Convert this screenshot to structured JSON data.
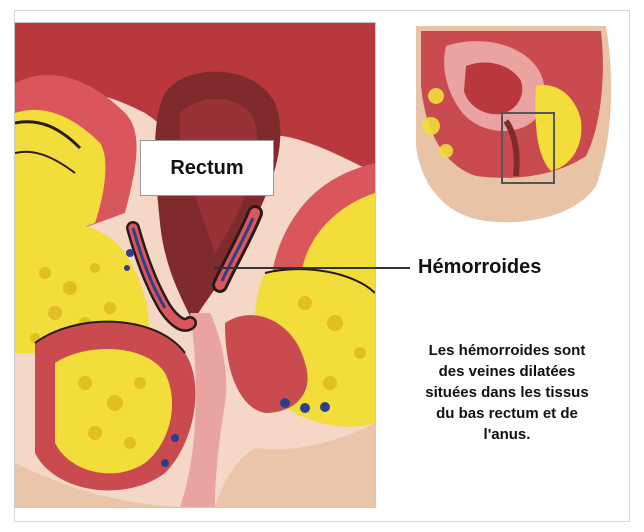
{
  "labels": {
    "rectum": "Rectum",
    "hemorrhoids": "Hémorroides",
    "description": "Les hémorroides sont\ndes veines dilatées\nsituées dans les tissus\ndu bas rectum et de\nl'anus."
  },
  "colors": {
    "flesh": "#c94a4f",
    "flesh_light": "#e9a3a0",
    "fat": "#f2dd3a",
    "fat_dark": "#d9b21c",
    "lumen": "#7f2b2e",
    "vein_blue": "#2d3f8c",
    "skin": "#e9c3a6",
    "outline": "#2a1a1a"
  },
  "icons": {
    "main": "anatomical-cross-section",
    "inset": "pelvis-sagittal-view"
  }
}
